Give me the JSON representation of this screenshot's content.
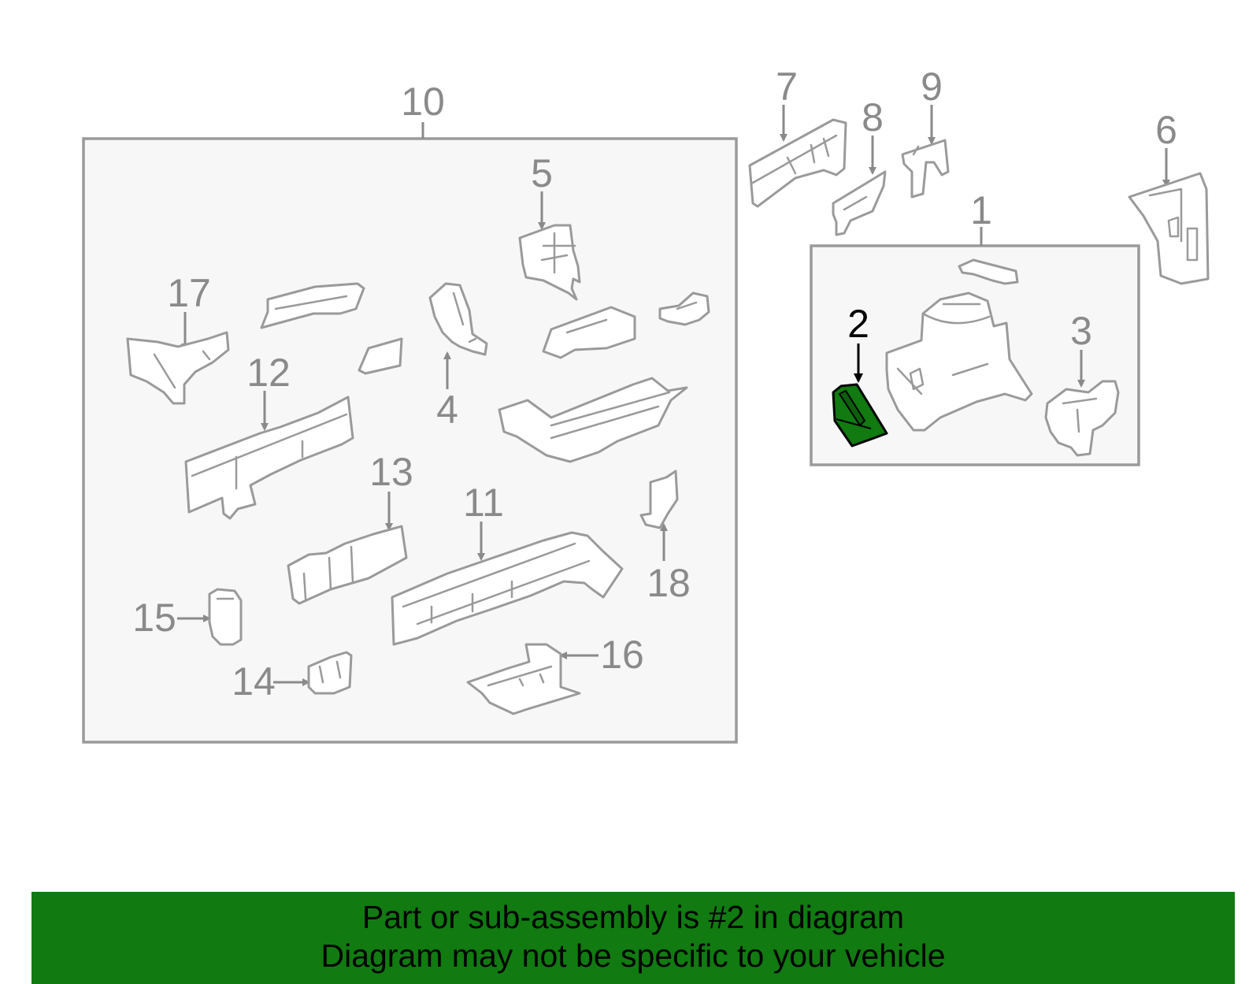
{
  "callouts": {
    "c1": "1",
    "c2": "2",
    "c3": "3",
    "c4": "4",
    "c5": "5",
    "c6": "6",
    "c7": "7",
    "c8": "8",
    "c9": "9",
    "c10": "10",
    "c11": "11",
    "c12": "12",
    "c13": "13",
    "c14": "14",
    "c15": "15",
    "c16": "16",
    "c17": "17",
    "c18": "18"
  },
  "highlight": {
    "part": "2",
    "color": "#117a11"
  },
  "banner": {
    "line1": "Part or sub-assembly is #2 in diagram",
    "line2": "Diagram may not be specific to your vehicle",
    "background": "#117a11"
  }
}
